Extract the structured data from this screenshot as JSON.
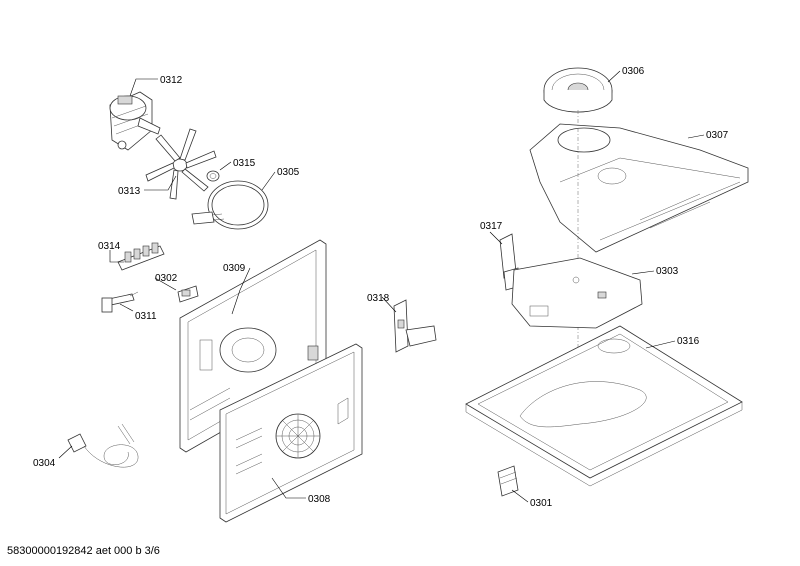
{
  "parts": [
    {
      "id": "0312",
      "label": "0312"
    },
    {
      "id": "0313",
      "label": "0313"
    },
    {
      "id": "0315",
      "label": "0315"
    },
    {
      "id": "0305",
      "label": "0305"
    },
    {
      "id": "0314",
      "label": "0314"
    },
    {
      "id": "0302",
      "label": "0302"
    },
    {
      "id": "0309",
      "label": "0309"
    },
    {
      "id": "0311",
      "label": "0311"
    },
    {
      "id": "0318",
      "label": "0318"
    },
    {
      "id": "0304",
      "label": "0304"
    },
    {
      "id": "0308",
      "label": "0308"
    },
    {
      "id": "0306",
      "label": "0306"
    },
    {
      "id": "0307",
      "label": "0307"
    },
    {
      "id": "0317",
      "label": "0317"
    },
    {
      "id": "0303",
      "label": "0303"
    },
    {
      "id": "0316",
      "label": "0316"
    },
    {
      "id": "0301",
      "label": "0301"
    }
  ],
  "footer": "58300000192842 aet 000 b 3/6"
}
